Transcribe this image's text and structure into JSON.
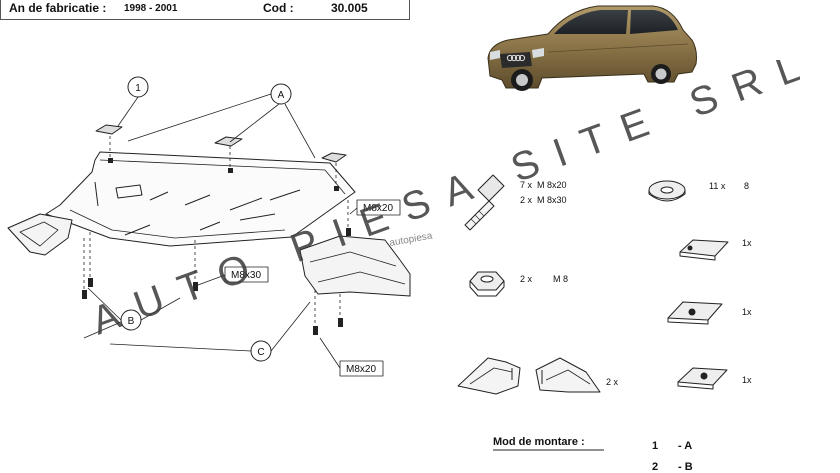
{
  "header": {
    "year_label": "An de fabricatie :",
    "year_value": "1998 - 2001",
    "code_label": "Cod :",
    "code_value": "30.005"
  },
  "diagram": {
    "callouts": {
      "one": "1",
      "a": "A",
      "b": "B",
      "c": "C"
    },
    "bolt_top_right": "M8x20",
    "bolt_middle": "M8x30",
    "bolt_bottom": "M8x20"
  },
  "parts": {
    "bolt_qty_1": "7 x",
    "bolt_size_1": "M 8x20",
    "bolt_qty_2": "2 x",
    "bolt_size_2": "M 8x30",
    "washer_qty": "11 x",
    "washer_size": "8",
    "nut_qty": "2 x",
    "nut_size": "M 8",
    "bracket_1_qty": "1x",
    "bracket_2_qty": "1x",
    "bracket_3_qty": "1x",
    "side_guard_qty": "2 x"
  },
  "watermark": {
    "main": "AUTO PIESA SITE SRL",
    "small": "autopiesa"
  },
  "mounting": {
    "title": "Mod de montare :",
    "row1_num": "1",
    "row1_val": "- A",
    "row2_num": "2",
    "row2_val": "- B"
  },
  "colors": {
    "car_body": "#8a7448",
    "line": "#222222",
    "watermark": "#3a3a3a"
  }
}
